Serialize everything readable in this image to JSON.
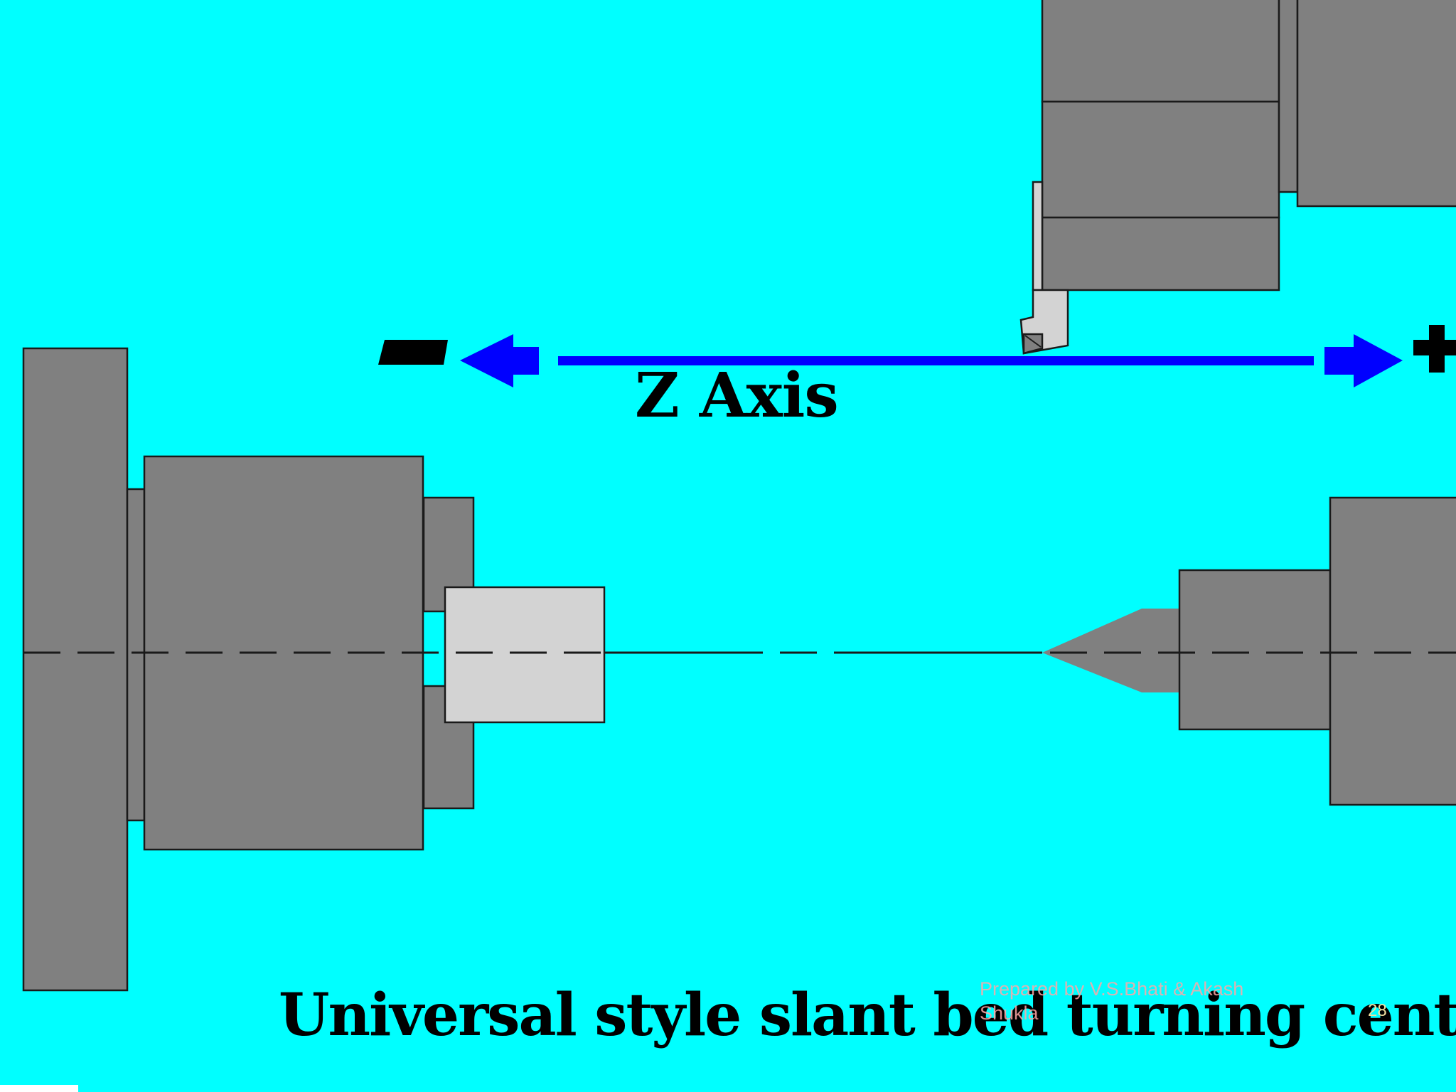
{
  "diagram": {
    "axis_label": "Z Axis",
    "negative_sign": "-",
    "positive_sign": "+",
    "title": "Universal style slant bed turning center"
  },
  "footer": {
    "credit": "Prepared by  V.S.Bhati  &    Akash Shukla",
    "page_number": "28"
  },
  "colors": {
    "background": "#00FFFF",
    "machine_body": "#808080",
    "workpiece": "#D3D3D3",
    "axis_arrow": "#0000FF",
    "outline": "#1A1A1A",
    "footer_text": "#FFA7A7"
  },
  "icons": {
    "negative_direction": "minus-sign-icon",
    "positive_direction": "plus-sign-icon"
  }
}
